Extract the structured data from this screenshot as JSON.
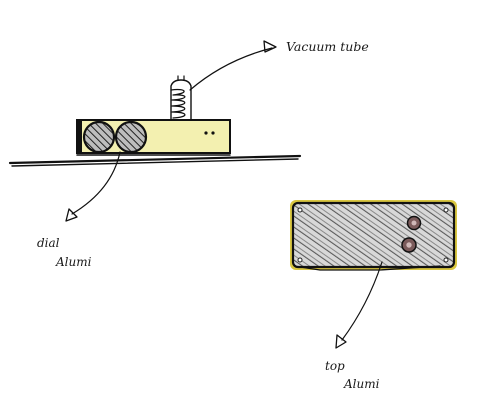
{
  "labels": {
    "vacuum_tube": "Vacuum tube",
    "dial_line1": "dial",
    "dial_line2": "Alumi",
    "top_line1": "top",
    "top_line2": "Alumi"
  },
  "colors": {
    "paper": "#ffffff",
    "ink": "#111111",
    "body_yellow": "#f3f0b0",
    "top_yellow_edge": "#d9c640",
    "hatch_gray": "#6e6e6e"
  }
}
